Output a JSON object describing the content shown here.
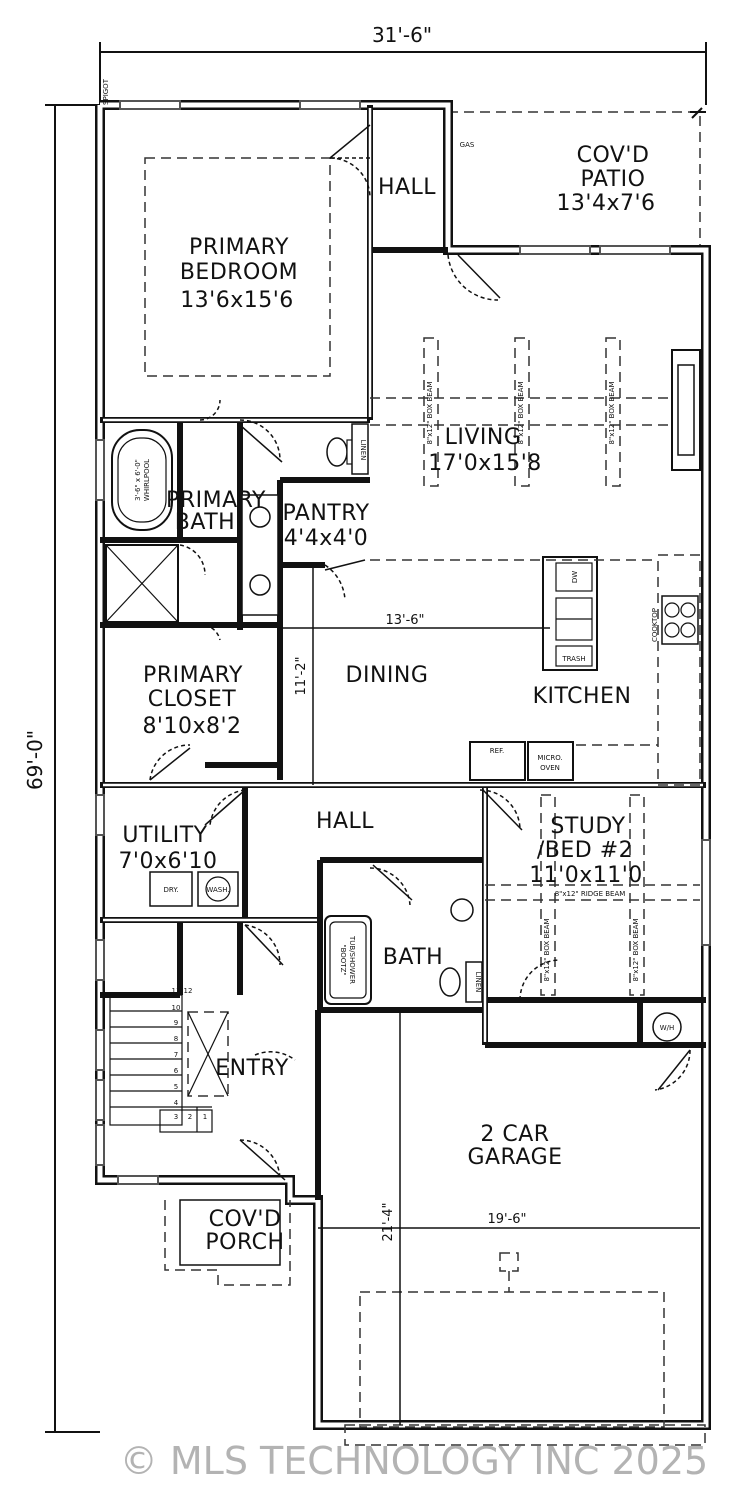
{
  "dimensions": {
    "overall_width": "31'-6\"",
    "overall_depth": "69'-0\"",
    "dining_width": "13'-6\"",
    "dining_depth": "11'-2\"",
    "garage_width": "19'-6\"",
    "garage_depth": "21'-4\""
  },
  "rooms": {
    "patio": {
      "name_1": "COV'D",
      "name_2": "PATIO",
      "size": "13'4x7'6"
    },
    "hall_top": {
      "name": "HALL"
    },
    "primary_bedroom": {
      "name_1": "PRIMARY",
      "name_2": "BEDROOM",
      "size": "13'6x15'6"
    },
    "living": {
      "name": "LIVING",
      "size": "17'0x15'8"
    },
    "primary_bath": {
      "name_1": "PRIMARY",
      "name_2": "BATH"
    },
    "pantry": {
      "name": "PANTRY",
      "size": "4'4x4'0"
    },
    "primary_closet": {
      "name_1": "PRIMARY",
      "name_2": "CLOSET",
      "size": "8'10x8'2"
    },
    "dining": {
      "name": "DINING"
    },
    "kitchen": {
      "name": "KITCHEN"
    },
    "hall_mid": {
      "name": "HALL"
    },
    "utility": {
      "name": "UTILITY",
      "size": "7'0x6'10"
    },
    "study": {
      "name_1": "STUDY",
      "name_2": "/BED #2",
      "size": "11'0x11'0"
    },
    "bath": {
      "name": "BATH"
    },
    "entry": {
      "name": "ENTRY"
    },
    "garage": {
      "name_1": "2 CAR",
      "name_2": "GARAGE"
    },
    "porch": {
      "name_1": "COV'D",
      "name_2": "PORCH"
    }
  },
  "fixtures": {
    "spigot": "SPIGOT",
    "gas": "GAS",
    "linen_1": "LINEN",
    "linen_2": "LINEN",
    "whirlpool_1": "3'-6\" x 6'-0\"",
    "whirlpool_2": "WHIRLPOOL",
    "box_beam": "8\"x12\" BOX BEAM",
    "ridge_beam": "8\"x12\" RIDGE BEAM",
    "dw": "DW",
    "trash": "TRASH",
    "cooktop": "COOKTOP",
    "ref": "REF.",
    "micro": "MICRO.",
    "oven": "OVEN",
    "dryer": "DRY.",
    "washer": "WASH.",
    "tub_1": "\"BOOTZ\"",
    "tub_2": "TUB/SHOWER",
    "water_heater": "W/H"
  },
  "stairs": [
    "11",
    "12",
    "10",
    "9",
    "8",
    "7",
    "6",
    "5",
    "4",
    "3",
    "2",
    "1"
  ],
  "watermark": "© MLS TECHNOLOGY INC 2025"
}
